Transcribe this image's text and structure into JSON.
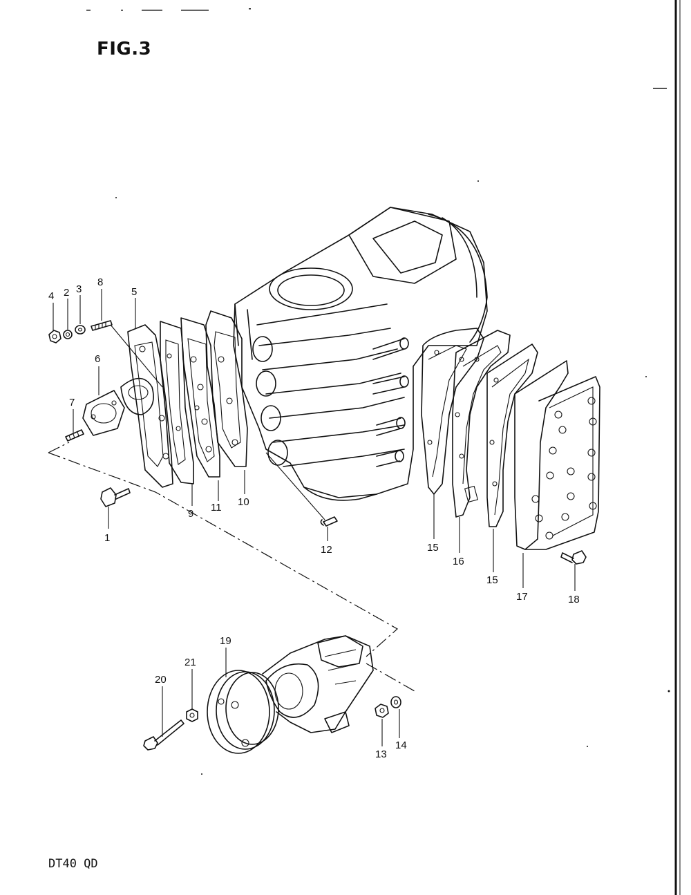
{
  "figure": {
    "title": "FIG.3",
    "model": "DT40 QD"
  },
  "callouts": {
    "c1": "1",
    "c2": "2",
    "c3": "3",
    "c4": "4",
    "c5": "5",
    "c6": "6",
    "c7": "7",
    "c8": "8",
    "c9": "9",
    "c10": "10",
    "c11": "11",
    "c12": "12",
    "c13": "13",
    "c14": "14",
    "c15a": "15",
    "c15b": "15",
    "c16": "16",
    "c17": "17",
    "c18": "18",
    "c19": "19",
    "c20": "20",
    "c21": "21"
  }
}
